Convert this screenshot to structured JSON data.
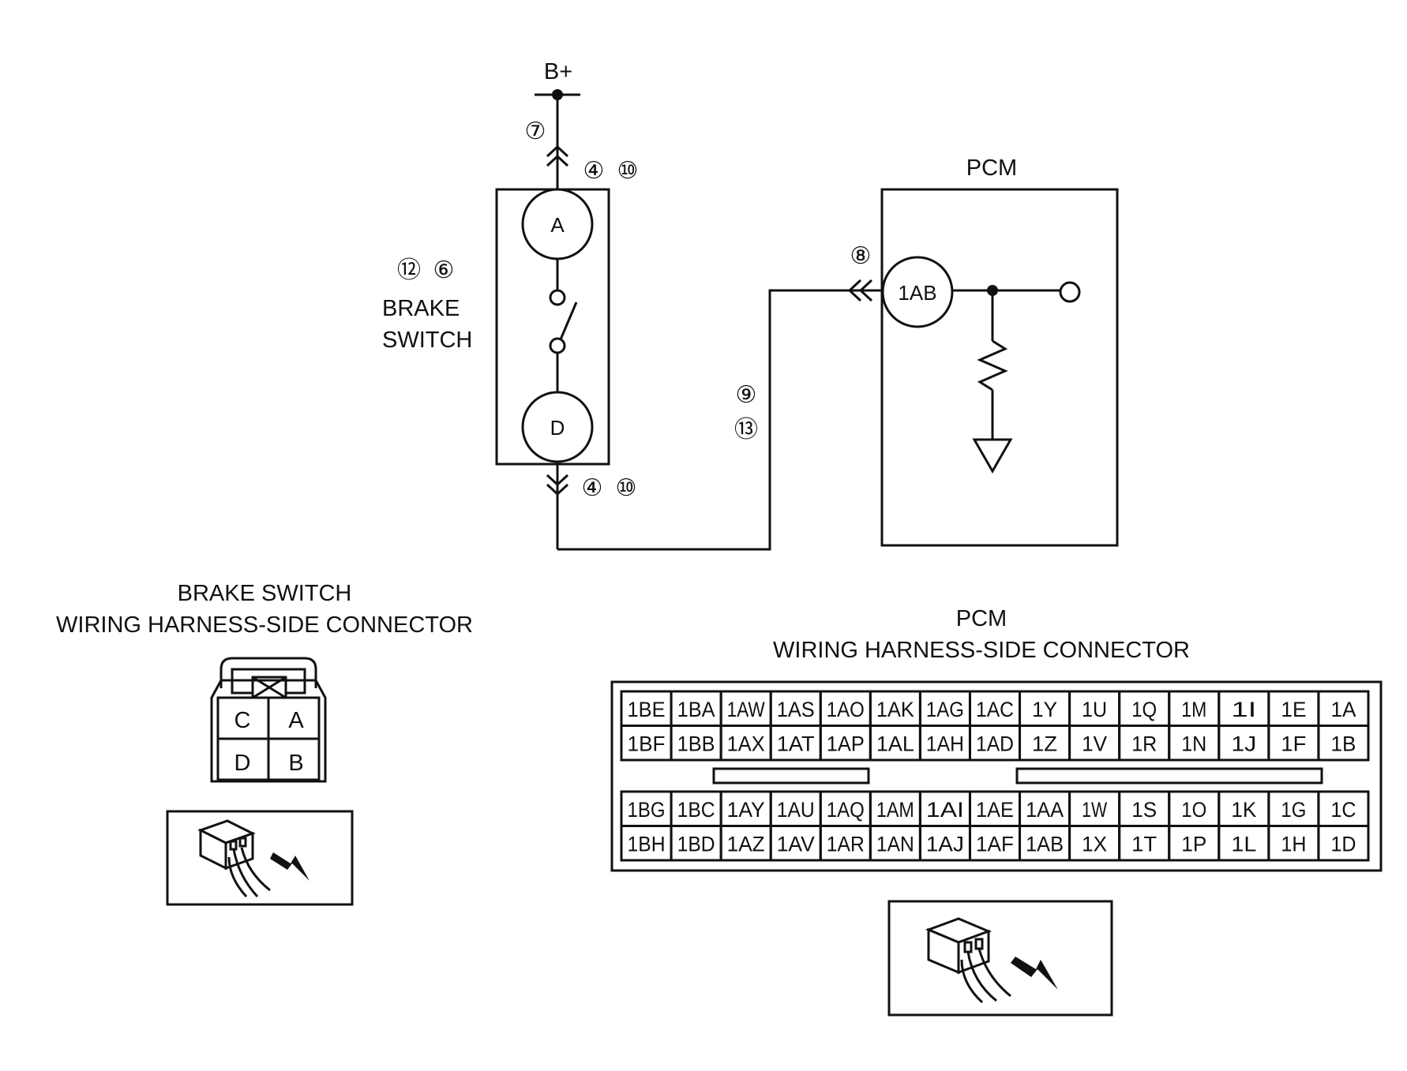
{
  "schematic": {
    "supply_label": "B+",
    "brake_switch": {
      "circles": [
        "⑫",
        "⑥"
      ],
      "name_line1": "BRAKE",
      "name_line2": "SWITCH",
      "terminal_top": "A",
      "terminal_bottom": "D"
    },
    "pcm": {
      "title": "PCM",
      "terminal": "1AB"
    },
    "markers": {
      "supply_wire": "⑦",
      "top_connector_a": "④",
      "top_connector_b": "⑩",
      "bottom_connector_a": "④",
      "bottom_connector_b": "⑩",
      "pcm_connector": "⑧",
      "wire_a": "⑨",
      "wire_b": "⑬"
    }
  },
  "brake_switch_connector": {
    "title_line1": "BRAKE SWITCH",
    "title_line2": "WIRING HARNESS-SIDE CONNECTOR",
    "pins": [
      "C",
      "A",
      "D",
      "B"
    ]
  },
  "pcm_connector": {
    "title_line1": "PCM",
    "title_line2": "WIRING HARNESS-SIDE CONNECTOR",
    "rows": [
      [
        "1BE",
        "1BA",
        "1AW",
        "1AS",
        "1AO",
        "1AK",
        "1AG",
        "1AC",
        "1Y",
        "1U",
        "1Q",
        "1M",
        "1I",
        "1E",
        "1A"
      ],
      [
        "1BF",
        "1BB",
        "1AX",
        "1AT",
        "1AP",
        "1AL",
        "1AH",
        "1AD",
        "1Z",
        "1V",
        "1R",
        "1N",
        "1J",
        "1F",
        "1B"
      ],
      [
        "1BG",
        "1BC",
        "1AY",
        "1AU",
        "1AQ",
        "1AM",
        "1AI",
        "1AE",
        "1AA",
        "1W",
        "1S",
        "1O",
        "1K",
        "1G",
        "1C"
      ],
      [
        "1BH",
        "1BD",
        "1AZ",
        "1AV",
        "1AR",
        "1AN",
        "1AJ",
        "1AF",
        "1AB",
        "1X",
        "1T",
        "1P",
        "1L",
        "1H",
        "1D"
      ]
    ]
  }
}
